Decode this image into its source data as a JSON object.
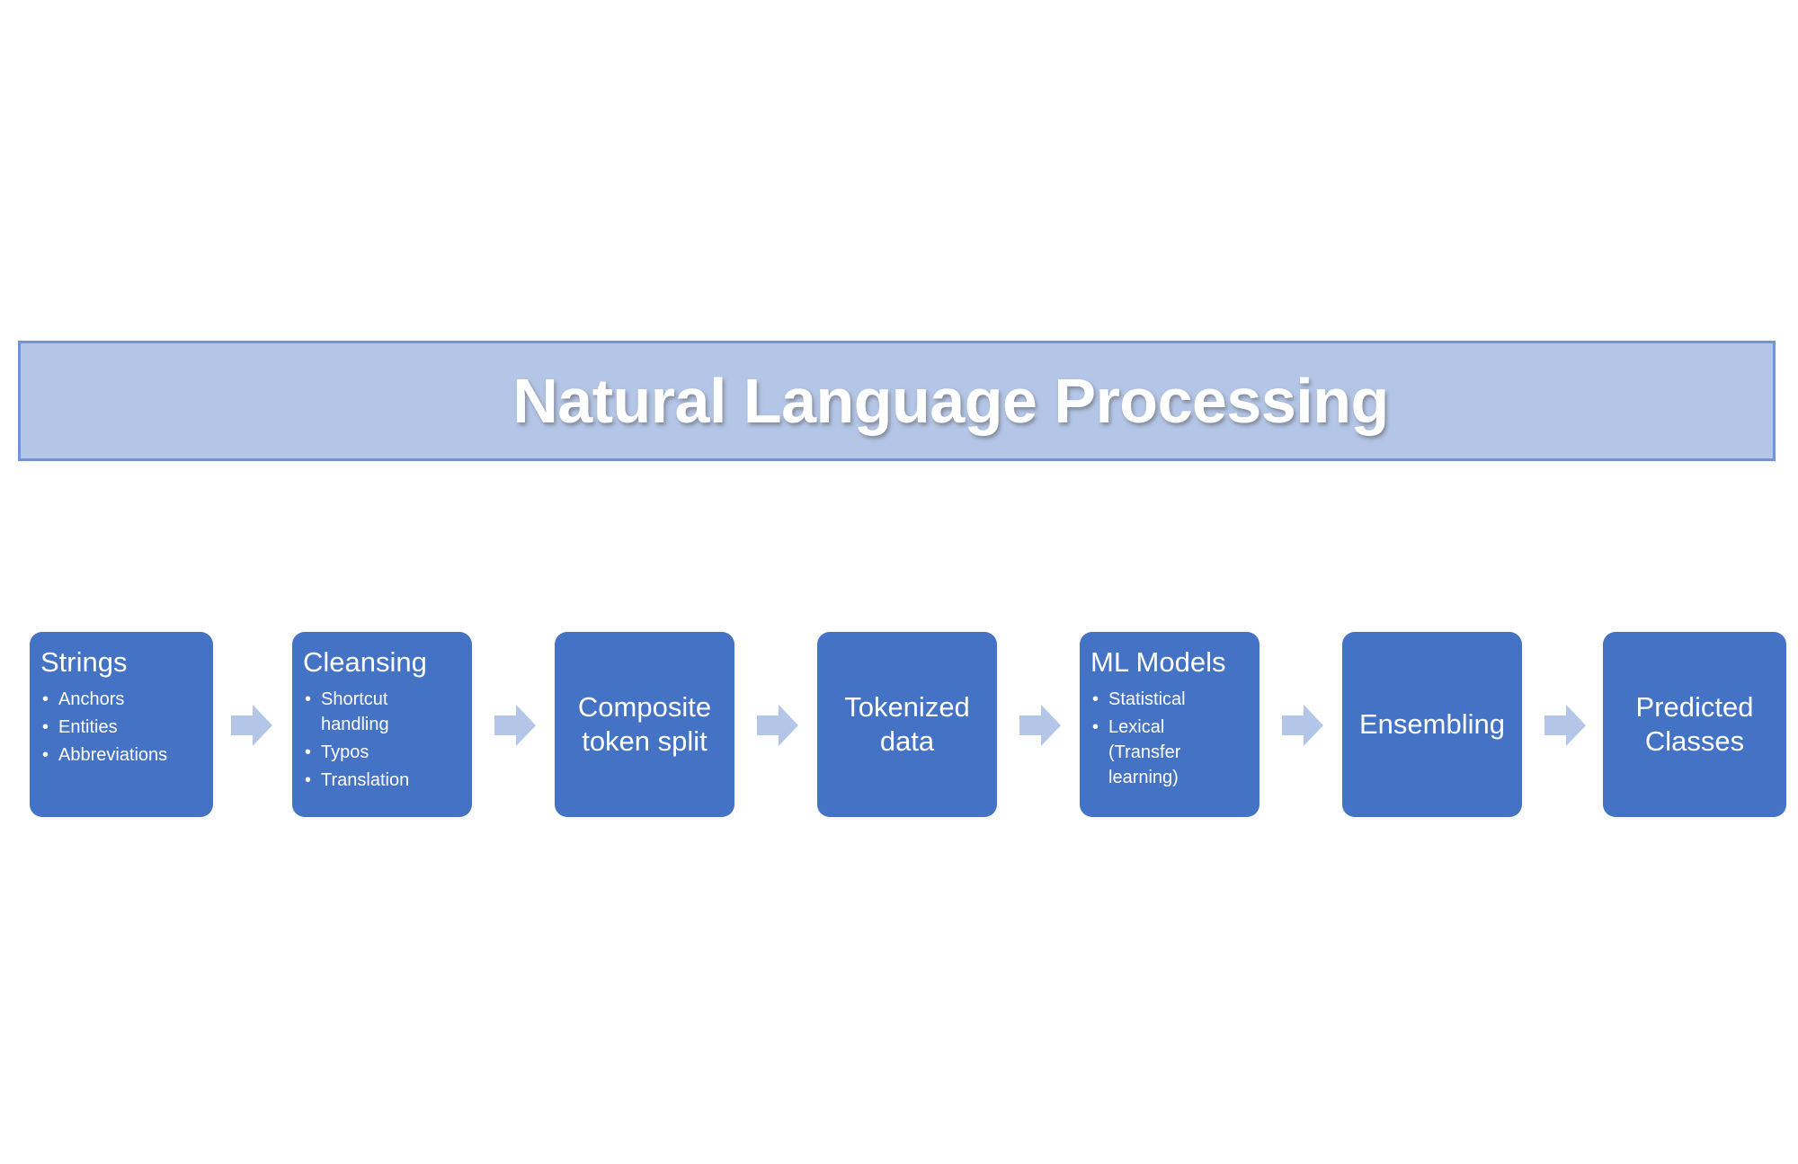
{
  "banner": {
    "title": "Natural Language Processing"
  },
  "steps": [
    {
      "title": "Strings",
      "items": [
        "Anchors",
        "Entities",
        "Abbreviations"
      ]
    },
    {
      "title": "Cleansing",
      "items": [
        "Shortcut handling",
        "Typos",
        "Translation"
      ]
    },
    {
      "title": "Composite token split"
    },
    {
      "title": "Tokenized data"
    },
    {
      "title": "ML Models",
      "items": [
        "Statistical",
        "Lexical (Transfer learning)"
      ]
    },
    {
      "title": "Ensembling"
    },
    {
      "title": "Predicted Classes"
    }
  ],
  "colors": {
    "banner_fill": "#b4c6e7",
    "banner_border": "#6f95d6",
    "step_fill": "#4472c4",
    "arrow_fill": "#b4c6e7",
    "text": "#ffffff"
  },
  "icons": {
    "connector": "arrow-right-icon"
  }
}
